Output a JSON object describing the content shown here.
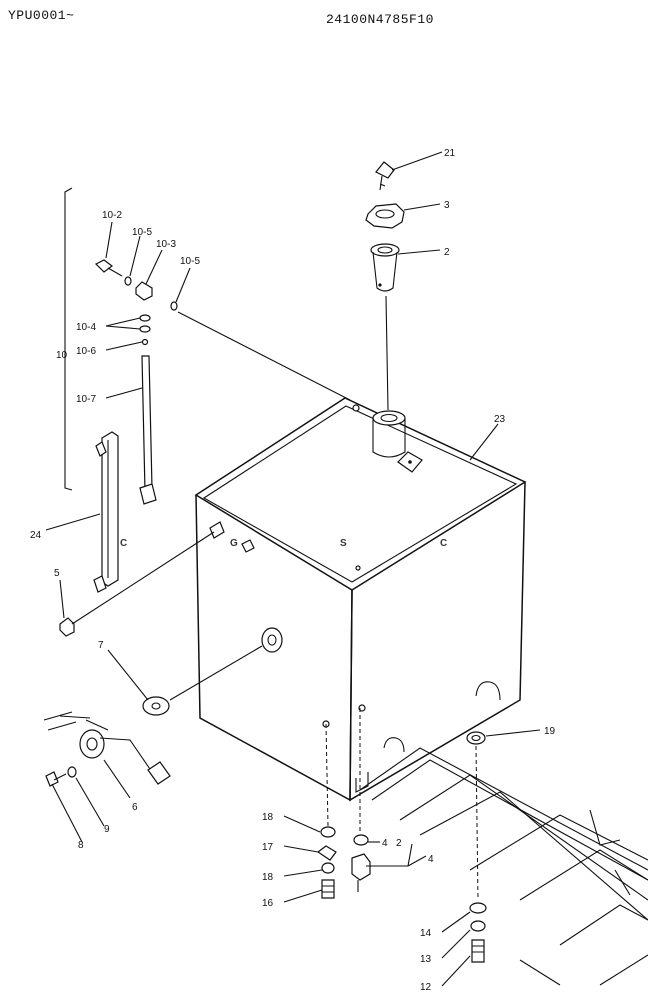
{
  "header": {
    "serial": "YPU0001~",
    "part_number": "24100N4785F10"
  },
  "watermark": {
    "letters": [
      "C",
      "G",
      "S",
      "C"
    ],
    "colors": [
      "#6a9cf0",
      "#f08a80",
      "#f5cc55",
      "#5fb586"
    ]
  },
  "callouts": {
    "c21": "21",
    "c3": "3",
    "c2": "2",
    "c23": "23",
    "c10_2": "10-2",
    "c10_5a": "10-5",
    "c10_3": "10-3",
    "c10_5b": "10-5",
    "c10_4": "10-4",
    "c10_6": "10-6",
    "c10": "10",
    "c10_7": "10-7",
    "c24": "24",
    "c5": "5",
    "c7": "7",
    "c6": "6",
    "c9": "9",
    "c8": "8",
    "c19": "19",
    "c18a": "18",
    "c17": "17",
    "c18b": "18",
    "c16": "16",
    "c4a": "4",
    "c2b": "2",
    "c4b": "4",
    "c14": "14",
    "c13": "13",
    "c12": "12"
  }
}
